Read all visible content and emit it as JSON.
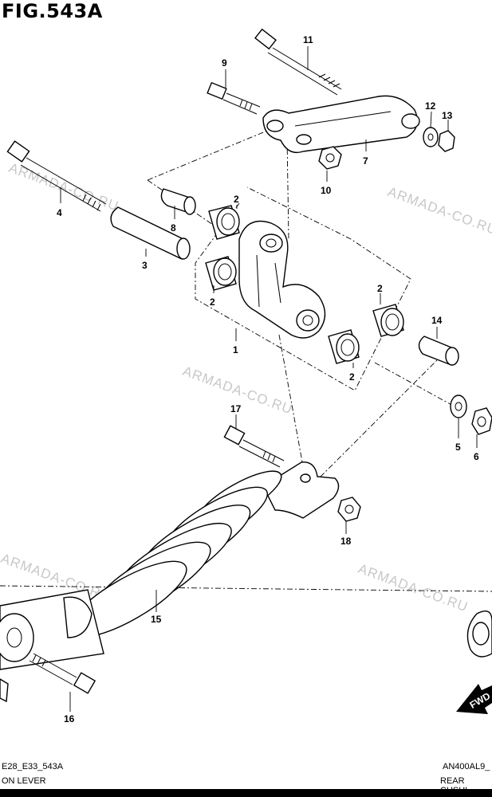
{
  "figure": {
    "title": "FIG.543A"
  },
  "callouts": [
    {
      "id": "c1",
      "label": "1"
    },
    {
      "id": "c2a",
      "label": "2"
    },
    {
      "id": "c2b",
      "label": "2"
    },
    {
      "id": "c2c",
      "label": "2"
    },
    {
      "id": "c2d",
      "label": "2"
    },
    {
      "id": "c3",
      "label": "3"
    },
    {
      "id": "c4",
      "label": "4"
    },
    {
      "id": "c5",
      "label": "5"
    },
    {
      "id": "c6",
      "label": "6"
    },
    {
      "id": "c7",
      "label": "7"
    },
    {
      "id": "c8",
      "label": "8"
    },
    {
      "id": "c9",
      "label": "9"
    },
    {
      "id": "c10",
      "label": "10"
    },
    {
      "id": "c11",
      "label": "11"
    },
    {
      "id": "c12",
      "label": "12"
    },
    {
      "id": "c13",
      "label": "13"
    },
    {
      "id": "c14",
      "label": "14"
    },
    {
      "id": "c15",
      "label": "15"
    },
    {
      "id": "c16",
      "label": "16"
    },
    {
      "id": "c17",
      "label": "17"
    },
    {
      "id": "c18",
      "label": "18"
    }
  ],
  "watermark": "ARMADA-CO.RU",
  "footer": {
    "left_code": "E28_E33_543A",
    "left_desc": "ON LEVER",
    "right_code": "AN400AL9_",
    "right_desc": "REAR CUSHI"
  },
  "fwd_label": "FWD"
}
